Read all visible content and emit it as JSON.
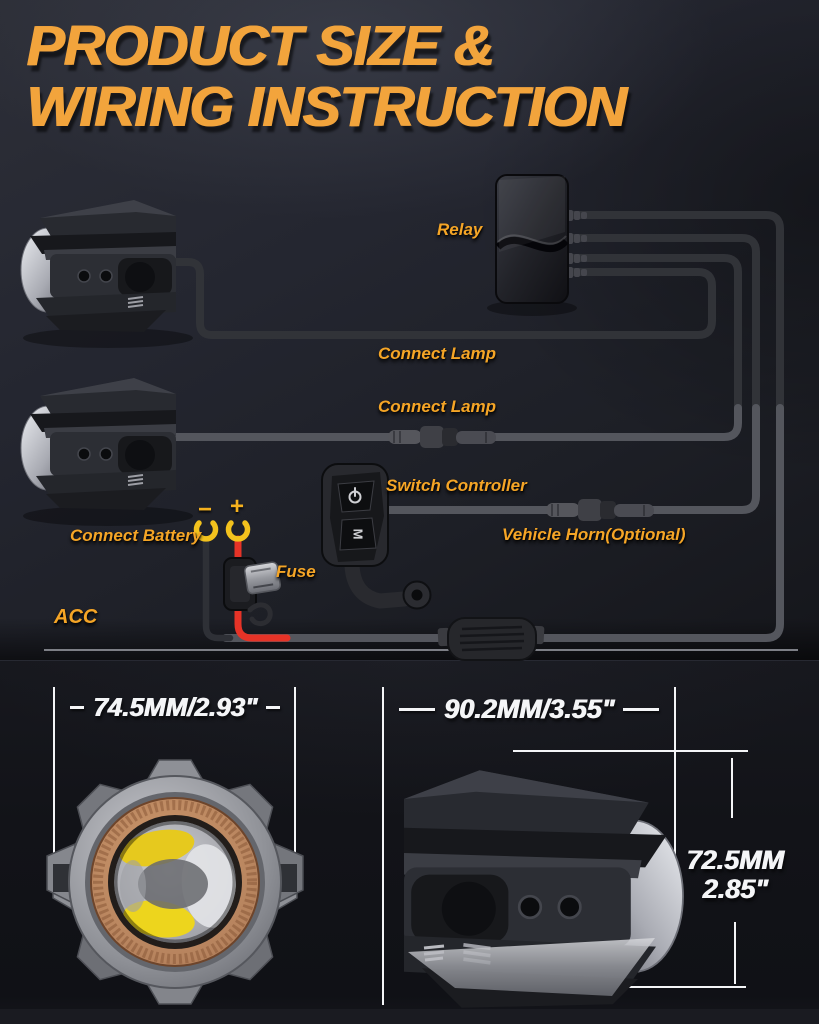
{
  "title": {
    "line1": "PRODUCT SIZE &",
    "line2": "WIRING INSTRUCTION"
  },
  "diagram": {
    "labels": {
      "relay": "Relay",
      "connect_lamp_top": "Connect Lamp",
      "connect_lamp_bottom": "Connect Lamp",
      "switch_controller": "Switch Controller",
      "vehicle_horn": "Vehicle Horn(Optional)",
      "connect_battery": "Connect Battery",
      "fuse": "Fuse",
      "acc": "ACC"
    },
    "battery": {
      "minus": "−",
      "plus": "+"
    },
    "switch": {
      "mode_label": "M",
      "power_icon_name": "power-icon"
    }
  },
  "dimensions": {
    "front_diameter": "74.5MM/2.93\"",
    "body_length": "90.2MM/3.55\"",
    "body_height_line1": "72.5MM",
    "body_height_line2": "2.85\""
  },
  "colors": {
    "title_orange": "#F2A43C",
    "label_orange": "#F5A526",
    "wire_dark": "#313338",
    "wire_light": "#54565D",
    "wire_red": "#E63327",
    "terminal_yellow": "#F3C21D",
    "dimension_white": "#F4F5F7",
    "copper_ring": "#B5825D",
    "lens_yellow": "#E6C91E"
  }
}
